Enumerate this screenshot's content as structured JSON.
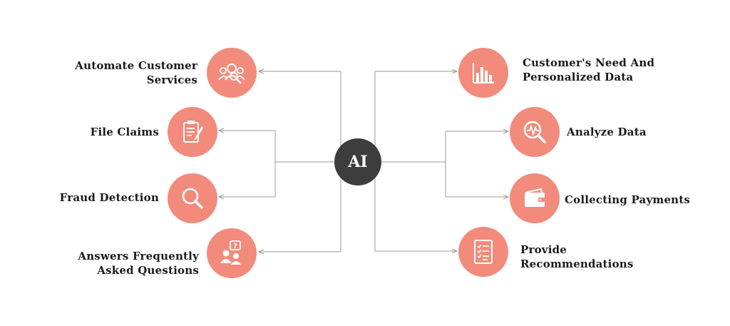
{
  "hub": {
    "label": "AI"
  },
  "colors": {
    "node": "#f28b7b",
    "hub": "#3d3d3d",
    "line": "#9a9a9a"
  },
  "left_items": [
    {
      "lines": [
        "Automate Customer",
        "Services"
      ],
      "icon": "customer-service-icon"
    },
    {
      "lines": [
        "File Claims"
      ],
      "icon": "clipboard-pencil-icon"
    },
    {
      "lines": [
        "Fraud Detection"
      ],
      "icon": "magnifier-icon"
    },
    {
      "lines": [
        "Answers Frequently",
        "Asked Questions"
      ],
      "icon": "faq-people-icon"
    }
  ],
  "right_items": [
    {
      "lines": [
        "Customer's Need And",
        "Personalized Data"
      ],
      "icon": "bar-chart-icon"
    },
    {
      "lines": [
        "Analyze Data"
      ],
      "icon": "data-analysis-magnifier-icon"
    },
    {
      "lines": [
        "Collecting Payments"
      ],
      "icon": "wallet-icon"
    },
    {
      "lines": [
        "Provide",
        "Recommendations"
      ],
      "icon": "checklist-icon"
    }
  ]
}
